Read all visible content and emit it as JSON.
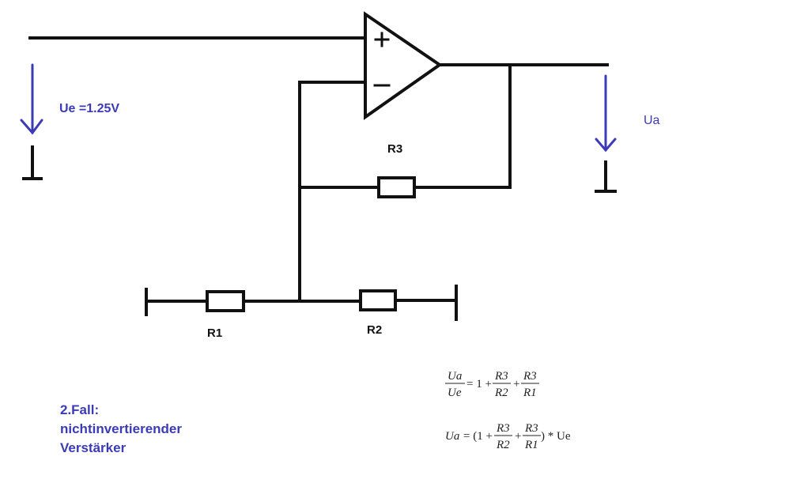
{
  "diagram": {
    "input_label": "Ue =1.25V",
    "output_label": "Ua",
    "resistors": {
      "r1": "R1",
      "r2": "R2",
      "r3": "R3"
    },
    "opamp": {
      "plus_sign": "+",
      "minus_sign": "−"
    },
    "colors": {
      "wire": "#111111",
      "arrow": "#3b3bb8",
      "text_blue": "#3b3bb8"
    }
  },
  "note": {
    "line1": "2.Fall:",
    "line2": "nichtinvertierender",
    "line3": "Verstärker"
  },
  "formula1": {
    "lhs_num": "Ua",
    "lhs_den": "Ue",
    "eq": "= 1 +",
    "f1_num": "R3",
    "f1_den": "R2",
    "plus": "+",
    "f2_num": "R3",
    "f2_den": "R1"
  },
  "formula2": {
    "lhs": "Ua",
    "eq": "= (1 +",
    "f1_num": "R3",
    "f1_den": "R2",
    "plus": "+",
    "f2_num": "R3",
    "f2_den": "R1",
    "tail": ") * Ue"
  }
}
